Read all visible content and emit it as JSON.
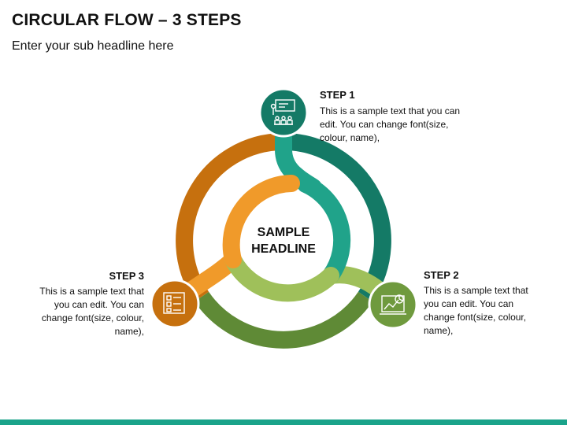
{
  "header": {
    "title": "CIRCULAR FLOW – 3 STEPS",
    "subtitle": "Enter your sub headline here"
  },
  "center": {
    "line1": "SAMPLE",
    "line2": "HEADLINE"
  },
  "steps": [
    {
      "title": "STEP 1",
      "text": "This is a sample text that you can edit. You can change font(size, colour, name),",
      "icon": "presentation-icon",
      "color": "#147a66"
    },
    {
      "title": "STEP 2",
      "text": "This is a sample text that you can edit. You can change font(size, colour, name),",
      "icon": "analytics-report-icon",
      "color": "#6f9a3e"
    },
    {
      "title": "STEP 3",
      "text": "This is a sample text that you can edit. You can change font(size, colour, name),",
      "icon": "checklist-icon",
      "color": "#c6700e"
    }
  ],
  "colors": {
    "teal_dark": "#147a66",
    "teal_light": "#20a38a",
    "green_dark": "#5f8a36",
    "green_light": "#9fc05a",
    "orange_dark": "#c6700e",
    "orange_light": "#f09a2a",
    "accent_bar": "#1aa38a"
  }
}
